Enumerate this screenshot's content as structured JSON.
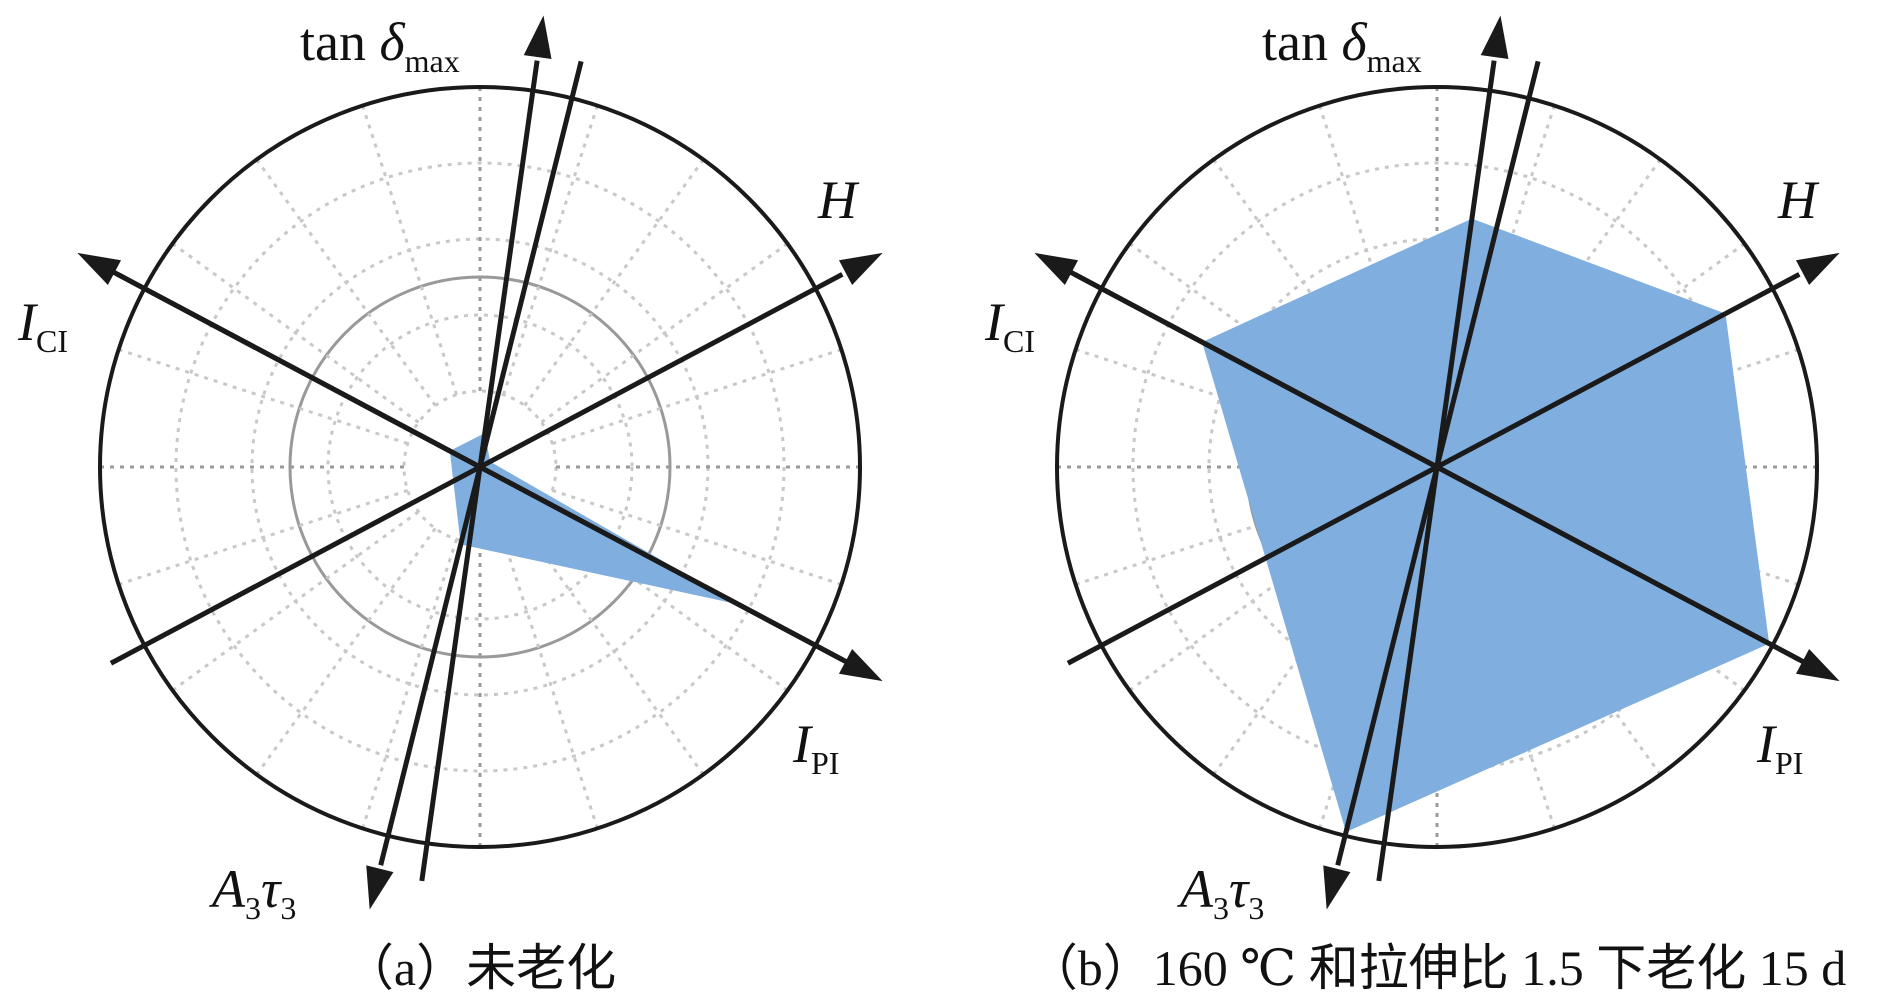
{
  "chart_data": [
    {
      "type": "radar",
      "caption": "（a）未老化",
      "axes": [
        {
          "key": "tan_delta_max",
          "name": "tan",
          "symbol": "δ",
          "sub": "max",
          "angle_deg": 82
        },
        {
          "key": "H",
          "name": "",
          "symbol": "H",
          "sub": "",
          "angle_deg": 28
        },
        {
          "key": "I_PI",
          "name": "",
          "symbol": "I",
          "sub": "PI",
          "angle_deg": -28
        },
        {
          "key": "A3_tau3",
          "name": "",
          "symbol": "A3τ3",
          "sub": "",
          "angle_deg": -104
        },
        {
          "key": "I_CI",
          "name": "",
          "symbol": "I",
          "sub": "CI",
          "angle_deg": 152
        }
      ],
      "polygon": [
        {
          "axis": "tan_delta_max",
          "value": 0.09
        },
        {
          "axis": "H",
          "value": 0.03
        },
        {
          "axis": "I_PI",
          "value": 0.77
        },
        {
          "axis": "A3_tau3",
          "value": 0.21
        },
        {
          "axis": "I_CI",
          "value": 0.09
        }
      ],
      "grid": {
        "rings": 4,
        "reference_ring": 0.5,
        "spokes": 20
      },
      "fill_color": "#7faedf"
    },
    {
      "type": "radar",
      "caption": "（b）160 ℃ 和拉伸比 1.5 下老化 15 d",
      "axes": [
        {
          "key": "tan_delta_max",
          "name": "tan",
          "symbol": "δ",
          "sub": "max",
          "angle_deg": 82
        },
        {
          "key": "H",
          "name": "",
          "symbol": "H",
          "sub": "",
          "angle_deg": 28
        },
        {
          "key": "I_PI",
          "name": "",
          "symbol": "I",
          "sub": "PI",
          "angle_deg": -28
        },
        {
          "key": "A3_tau3",
          "name": "",
          "symbol": "A3τ3",
          "sub": "",
          "angle_deg": -104
        },
        {
          "key": "I_CI",
          "name": "",
          "symbol": "I",
          "sub": "CI",
          "angle_deg": 152
        }
      ],
      "polygon": [
        {
          "axis": "tan_delta_max",
          "value": 0.66
        },
        {
          "axis": "H",
          "value": 0.86
        },
        {
          "axis": "I_PI",
          "value": 0.99
        },
        {
          "axis": "A3_tau3",
          "value": 0.99
        },
        {
          "axis": "I_CI",
          "value": 0.7
        }
      ],
      "grid": {
        "rings": 4,
        "reference_ring": 0.5,
        "spokes": 20
      },
      "fill_color": "#7faedf"
    }
  ]
}
